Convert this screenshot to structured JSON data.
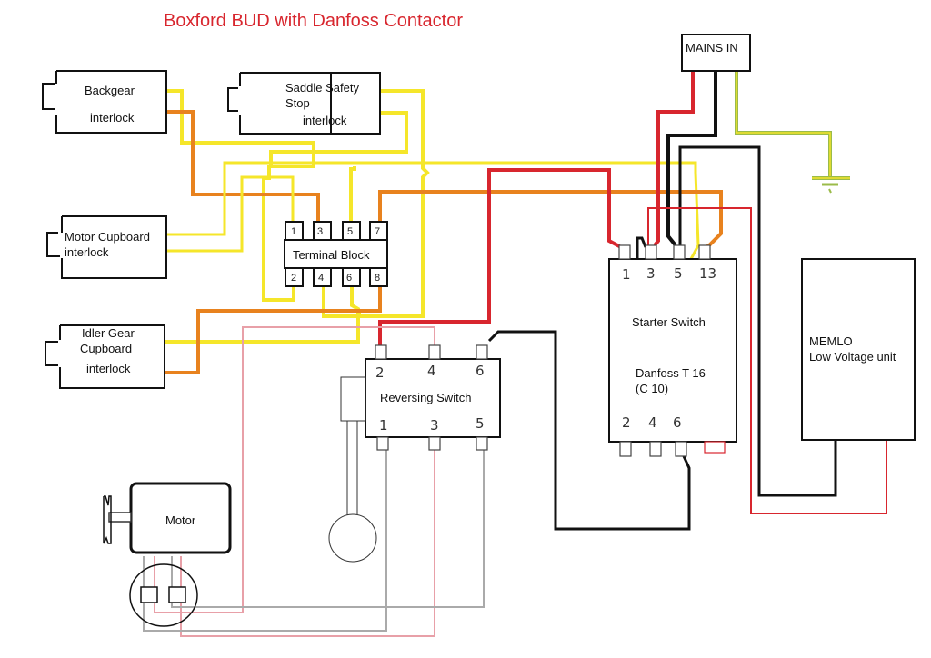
{
  "title": "Boxford BUD with Danfoss Contactor",
  "colors": {
    "title": "#d8262e",
    "yellow": "#f5e62a",
    "orange": "#e8821e",
    "red": "#d8262e",
    "black": "#111111",
    "pink": "#e8a0a8",
    "grey": "#aaaaaa",
    "earth_green": "#9bbb4a"
  },
  "components": {
    "backgear": {
      "line1": "Backgear",
      "line2": "interlock"
    },
    "saddle": {
      "line1": "Saddle Safety",
      "line2": "Stop",
      "line3": "interlock"
    },
    "motor_cupboard": {
      "line1": "Motor Cupboard",
      "line2": "interlock"
    },
    "idler_gear": {
      "line1": "Idler Gear",
      "line2": "Cupboard",
      "line3": "interlock"
    },
    "terminal_block": {
      "label": "Terminal Block",
      "top_terminals": [
        "1",
        "3",
        "5",
        "7"
      ],
      "bottom_terminals": [
        "2",
        "4",
        "6",
        "8"
      ]
    },
    "mains": {
      "label": "MAINS IN"
    },
    "starter": {
      "line1": "Starter Switch",
      "line2": "Danfoss T 16",
      "line3": "(C 10)",
      "top_terminals": [
        "1",
        "3",
        "5",
        "13"
      ],
      "bottom_terminals": [
        "2",
        "4",
        "6"
      ]
    },
    "memlo": {
      "line1": "MEMLO",
      "line2": "Low Voltage unit"
    },
    "reversing": {
      "label": "Reversing Switch",
      "top_terminals": [
        "2",
        "4",
        "6"
      ],
      "bottom_terminals": [
        "1",
        "3",
        "5"
      ]
    },
    "motor": {
      "label": "Motor"
    }
  }
}
